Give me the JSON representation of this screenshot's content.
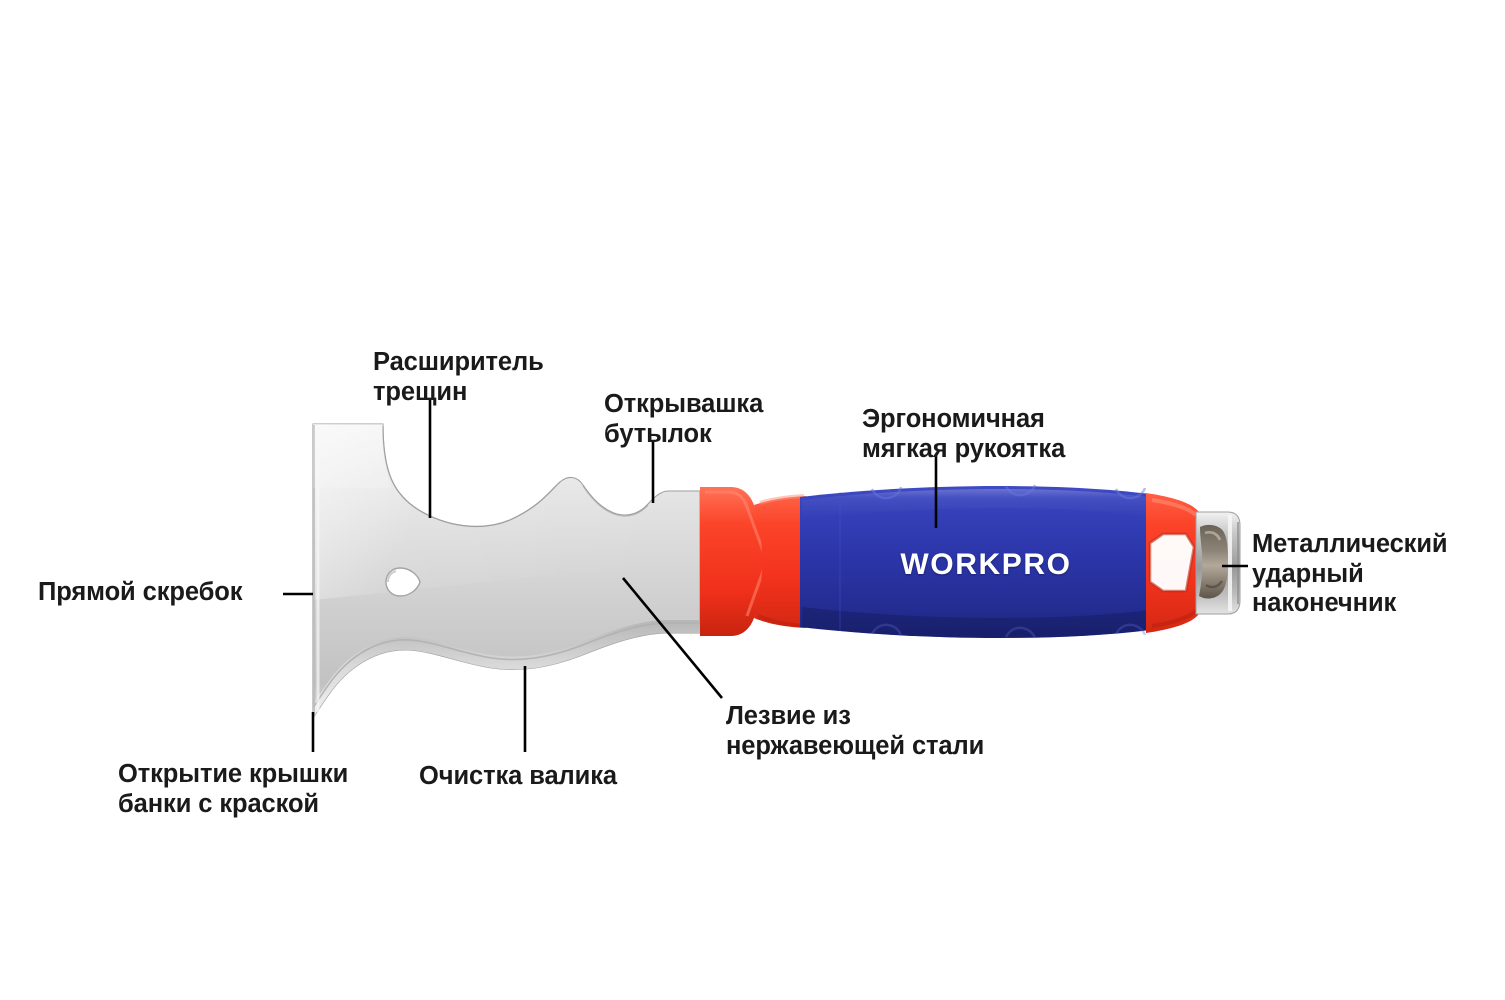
{
  "diagram": {
    "title": "WORKPRO multi-purpose painter's tool labeled diagram",
    "product_brand": "WORKPRO",
    "colors": {
      "handle_blue": "#2b35a8",
      "handle_blue_dark": "#1f2780",
      "handle_blue_light": "#4450c8",
      "ferrule_red": "#f93b26",
      "ferrule_red_dark": "#d02614",
      "ferrule_red_light": "#ff6a50",
      "blade_steel_light": "#e9e9e9",
      "blade_steel_mid": "#cfcfcf",
      "blade_steel_dark": "#a8a8a8",
      "metal_cap": "#c4c4c4",
      "text": "#1a1a1a",
      "leader_line": "#000000",
      "background": "#ffffff"
    },
    "callouts": [
      {
        "id": "straight-scraper",
        "label": "Прямой скребок",
        "align": "left",
        "points_to": "left vertical blade edge"
      },
      {
        "id": "paint-can-opener",
        "label": "Открытие крышки\nбанки с краской",
        "align": "left",
        "points_to": "bottom-left notch of blade"
      },
      {
        "id": "crack-widener",
        "label": "Расширитель\nтрещин",
        "align": "left",
        "points_to": "upper concave curve of blade"
      },
      {
        "id": "roller-cleaner",
        "label": "Очистка валика",
        "align": "left",
        "points_to": "lower concave curve of blade"
      },
      {
        "id": "bottle-opener",
        "label": "Открывашка\nбутылок",
        "align": "left",
        "points_to": "notch near the handle neck"
      },
      {
        "id": "stainless-blade",
        "label": "Лезвие из\nнержавеющей стали",
        "align": "left",
        "points_to": "blade body"
      },
      {
        "id": "ergonomic-soft-grip",
        "label": "Эргономичная\nмягкая рукоятка",
        "align": "left",
        "points_to": "blue soft handle"
      },
      {
        "id": "metal-strike-cap",
        "label": "Металлический\nударный\nнаконечник",
        "align": "left",
        "points_to": "metal end cap"
      }
    ]
  }
}
